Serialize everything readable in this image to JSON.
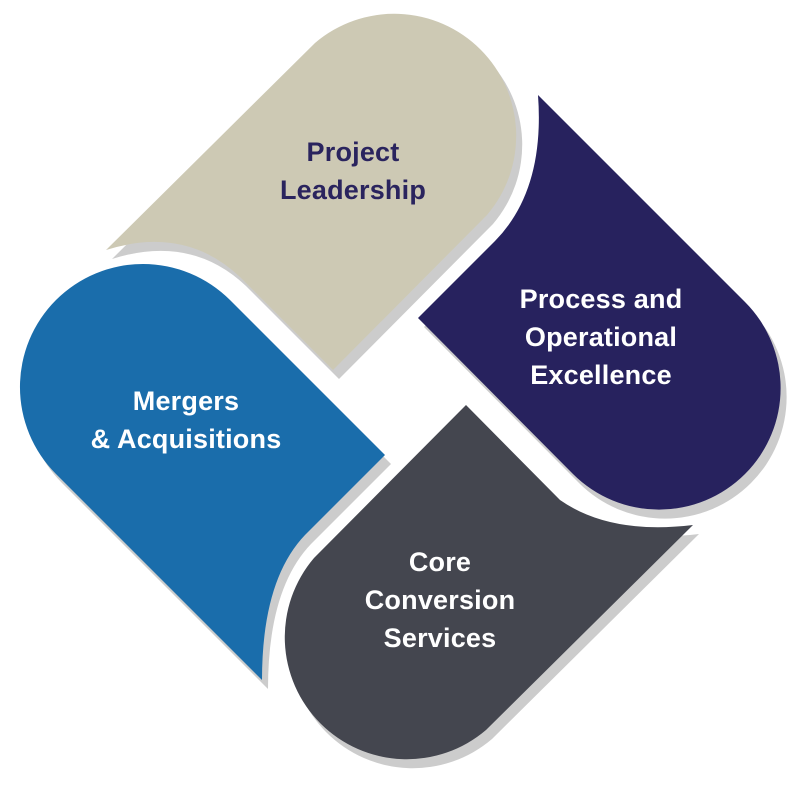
{
  "segments": [
    {
      "id": "project-leadership",
      "lines": [
        "Project",
        "Leadership"
      ],
      "color": "#cdc9b4",
      "text_color": "#2a245e"
    },
    {
      "id": "process-operational-excellence",
      "lines": [
        "Process and",
        "Operational",
        "Excellence"
      ],
      "color": "#27225e",
      "text_color": "#ffffff"
    },
    {
      "id": "mergers-acquisitions",
      "lines": [
        "Mergers",
        "& Acquisitions"
      ],
      "color": "#1a6dab",
      "text_color": "#ffffff"
    },
    {
      "id": "core-conversion-services",
      "lines": [
        "Core",
        "Conversion",
        "Services"
      ],
      "color": "#44464f",
      "text_color": "#ffffff"
    }
  ],
  "shadow_color": "#cccccc"
}
